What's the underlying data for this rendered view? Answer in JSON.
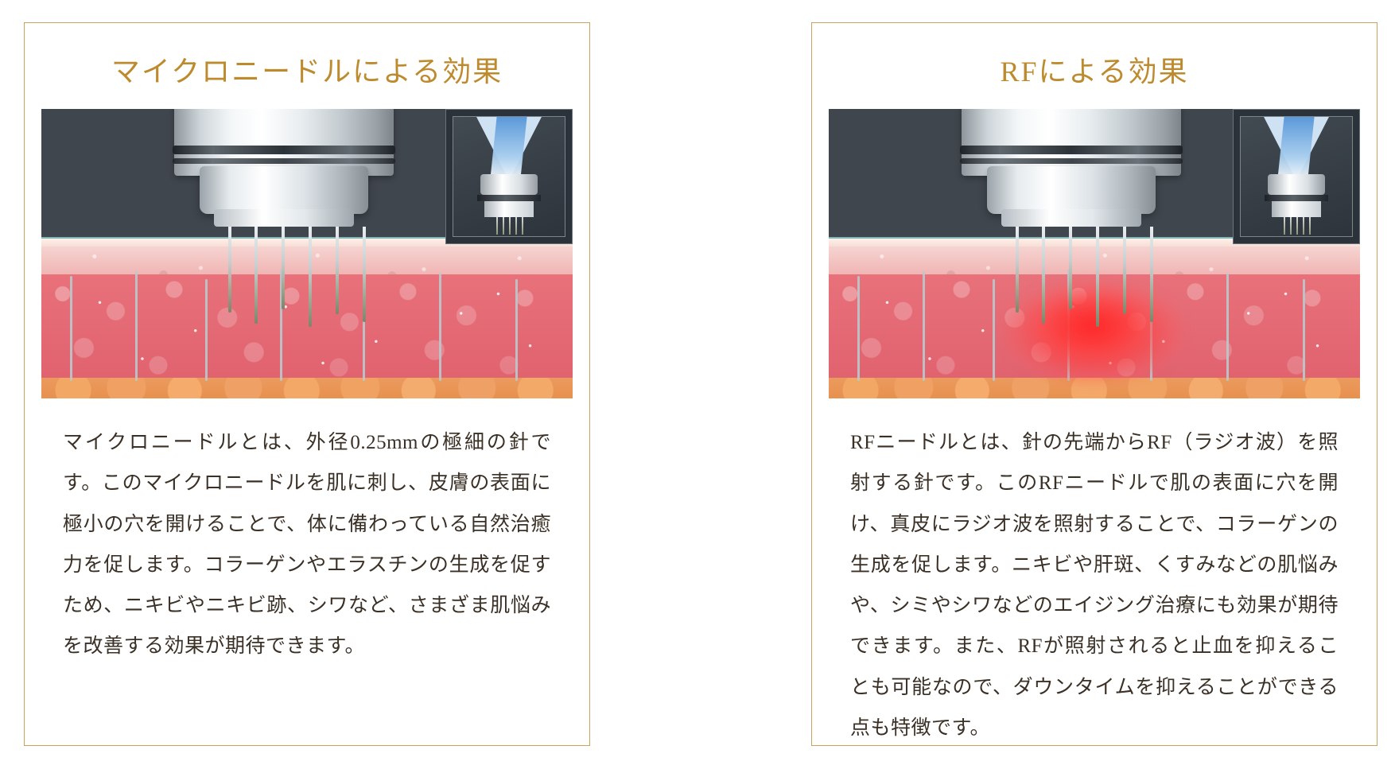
{
  "theme": {
    "border_color": "#c8a45c",
    "title_color": "#bd8b2e",
    "text_color": "#3a3026",
    "background": "#ffffff",
    "figure_background": "#3f464d",
    "rf_glow_color": "#ff2828"
  },
  "panels": [
    {
      "id": "microneedle",
      "title": "マイクロニードルによる効果",
      "figure": {
        "alt": "microneedle-skin-cross-section-illustration",
        "inset_alt": "device-tip-closeup-inset",
        "has_rf_glow": false
      },
      "body": "マイクロニードルとは、外径0.25mmの極細の針です。このマイクロニードルを肌に刺し、皮膚の表面に極小の穴を開けることで、体に備わっている自然治癒力を促します。コラーゲンやエラスチンの生成を促すため、ニキビやニキビ跡、シワなど、さまざま肌悩みを改善する効果が期待できます。"
    },
    {
      "id": "rf",
      "title": "RFによる効果",
      "figure": {
        "alt": "rf-needle-skin-cross-section-illustration",
        "inset_alt": "device-tip-closeup-inset",
        "has_rf_glow": true
      },
      "body": "RFニードルとは、針の先端からRF（ラジオ波）を照射する針です。このRFニードルで肌の表面に穴を開け、真皮にラジオ波を照射することで、コラーゲンの生成を促します。ニキビや肝斑、くすみなどの肌悩みや、シミやシワなどのエイジング治療にも効果が期待できます。また、RFが照射されると止血を抑えることも可能なので、ダウンタイムを抑えることができる点も特徴です。"
    }
  ]
}
